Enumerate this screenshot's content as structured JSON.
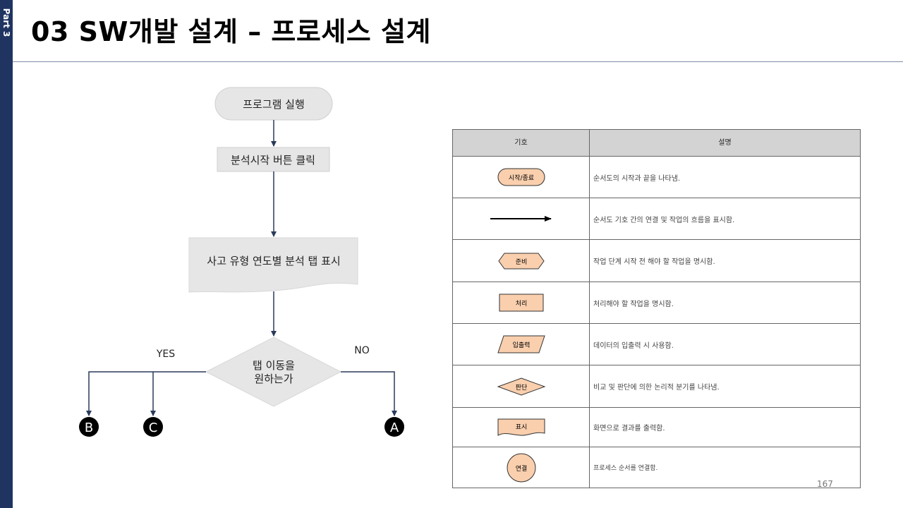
{
  "slide": {
    "side_label": "Part 3",
    "title": "03 SW개발 설계 – 프로세스 설계",
    "page_number": "167"
  },
  "flowchart": {
    "start": "프로그램 실행",
    "process": "분석시작 버튼 클릭",
    "display": "사고 유형 연도별 분석 탭 표시",
    "decision_line1": "탭 이동을",
    "decision_line2": "원하는가",
    "yes_label": "YES",
    "no_label": "NO",
    "connector_b": "B",
    "connector_c": "C",
    "connector_a": "A"
  },
  "legend": {
    "header_symbol": "기호",
    "header_description": "설명",
    "rows": [
      {
        "symbol": "시작/종료",
        "description": "순서도의 시작과 끝을 나타냄."
      },
      {
        "symbol": "",
        "description": "순서도 기호 간의 연결 및 작업의 흐름을 표시함."
      },
      {
        "symbol": "준비",
        "description": "작업 단계 시작 전 해야 할 작업을 명시함."
      },
      {
        "symbol": "처리",
        "description": "처리해야 할 작업을 명시함."
      },
      {
        "symbol": "입출력",
        "description": "데이터의 입출력 시 사용함."
      },
      {
        "symbol": "판단",
        "description": "비교 및 판단에 의한 논리적 분기를 나타냄."
      },
      {
        "symbol": "표시",
        "description": "화면으로 결과를 출력함."
      },
      {
        "symbol": "연결",
        "description": "프로세스 순서를 연결함."
      }
    ]
  },
  "colors": {
    "side_bar": "#1f3460",
    "flow_fill": "#e6e6e6",
    "arrow": "#2a3a5a",
    "legend_symbol_fill": "#f9cfae",
    "legend_header_fill": "#d3d3d3"
  }
}
